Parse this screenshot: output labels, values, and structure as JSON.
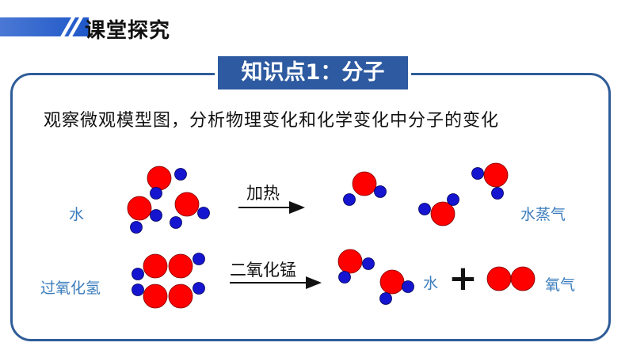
{
  "header": {
    "title": "课堂探究"
  },
  "topic": {
    "label": "知识点1：分子"
  },
  "instruction": "观察微观模型图，分析物理变化和化学变化中分子的变化",
  "row_water": {
    "reactant_label": "水",
    "condition": "加热",
    "product_label": "水蒸气"
  },
  "row_peroxide": {
    "reactant_label": "过氧化氢",
    "condition": "二氧化锰",
    "product_water_label": "水",
    "plus_sign": "+",
    "product_oxygen_label": "氧气"
  },
  "colors": {
    "accent": "#2d5aa0",
    "oxygen_atom": "#ff0000",
    "hydrogen_atom": "#1515d0",
    "label_blue": "#3a7cbc"
  }
}
